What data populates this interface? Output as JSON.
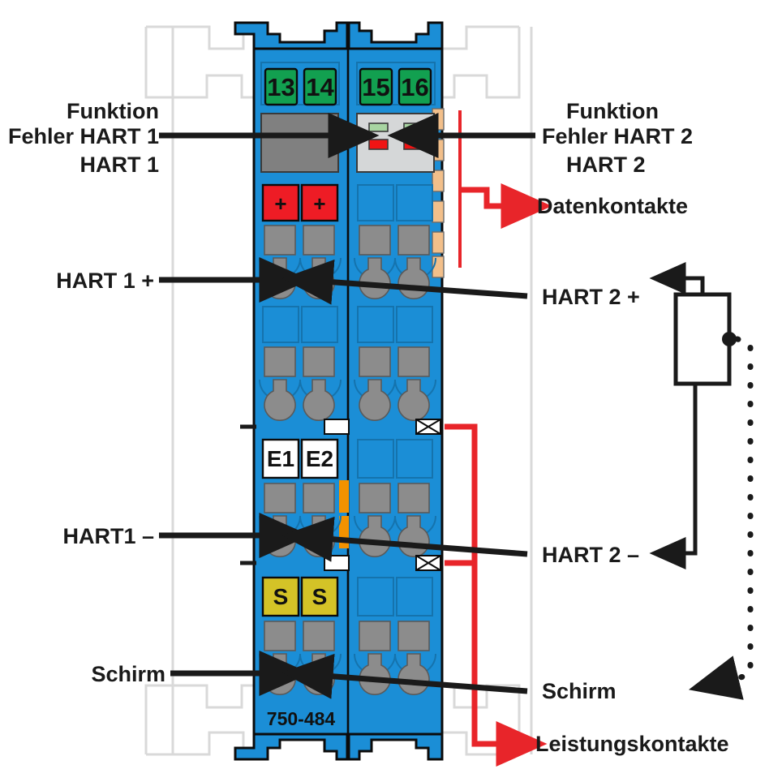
{
  "diagram": {
    "title": "WAGO 750-484 HART 2-channel analog input module wiring diagram",
    "module_part_number": "750-484",
    "colors": {
      "module_blue": "#1b8ed6",
      "terminal_green": "#12a050",
      "terminal_red": "#ee1c25",
      "terminal_yellow": "#d4c327",
      "clamp_gray": "#8c8c8c",
      "led_panel": "#d5d7d8",
      "led_green": "#a8d5a2",
      "led_red": "#f01414",
      "data_contact": "#f2bf8a",
      "accent_red": "#e8252a",
      "line_black": "#1a1a1a",
      "rail_outline": "#d9d9d9",
      "orange_strip": "#f39200"
    }
  },
  "labels": {
    "left": [
      {
        "id": "funktion-hart-1",
        "text": "Funktion"
      },
      {
        "id": "funktion-hart-1-line2",
        "text": "HART 1"
      },
      {
        "id": "fehler-hart-1",
        "text": "Fehler HART 1"
      },
      {
        "id": "hart-1-plus",
        "text": "HART 1 +"
      },
      {
        "id": "hart-1-minus",
        "text": "HART1 –"
      },
      {
        "id": "schirm-left",
        "text": "Schirm"
      }
    ],
    "right": [
      {
        "id": "funktion-hart-2",
        "text": "Funktion"
      },
      {
        "id": "funktion-hart-2-line2",
        "text": "HART 2"
      },
      {
        "id": "fehler-hart-2",
        "text": "Fehler HART 2"
      },
      {
        "id": "datenkontakte",
        "text": "Datenkontakte"
      },
      {
        "id": "hart-2-plus",
        "text": "HART 2 +"
      },
      {
        "id": "hart-2-minus",
        "text": "HART 2 –"
      },
      {
        "id": "schirm-right",
        "text": "Schirm"
      },
      {
        "id": "leistungskontakte",
        "text": "Leistungskontakte"
      }
    ]
  },
  "module": {
    "part_number": "750-484",
    "terminal_numbers": [
      "13",
      "14",
      "15",
      "16"
    ],
    "marker_plus": [
      "+",
      "+"
    ],
    "marker_e": [
      "E1",
      "E2"
    ],
    "marker_s": [
      "S",
      "S"
    ],
    "led_panel": {
      "green_leds": 2,
      "red_leds": 2
    },
    "data_contacts_count": 6
  }
}
